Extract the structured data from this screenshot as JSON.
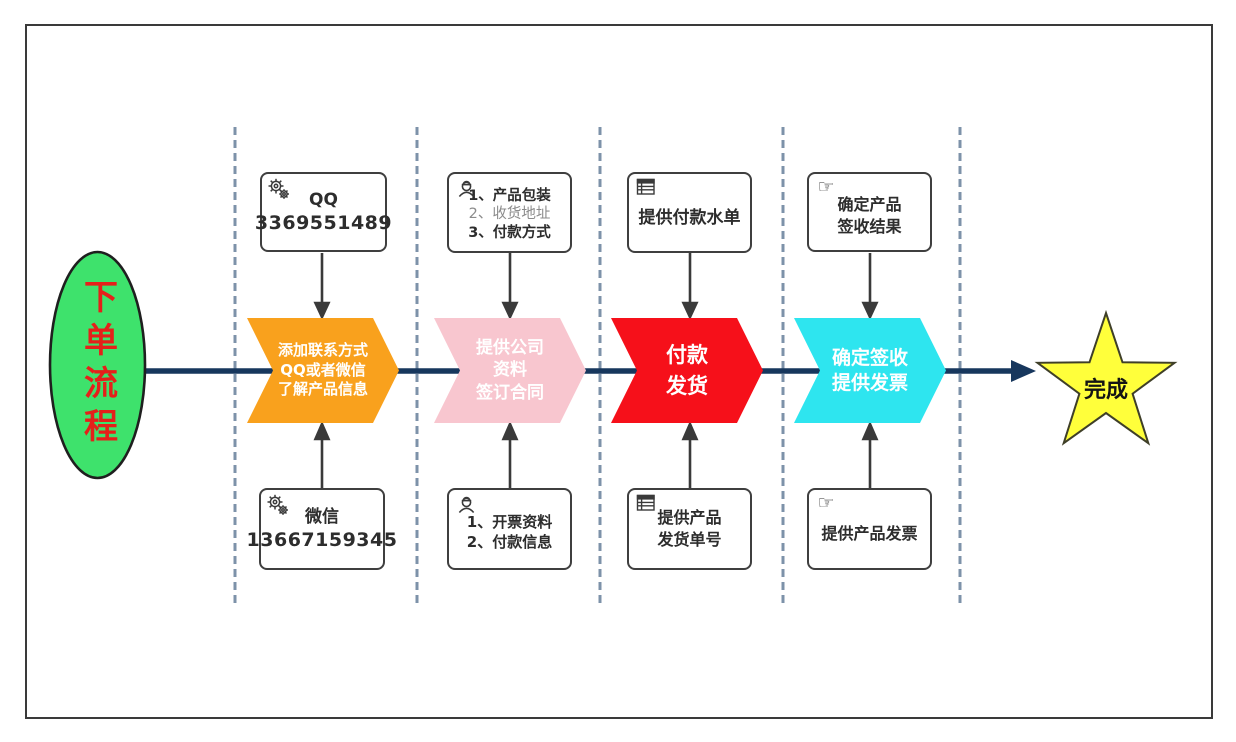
{
  "colors": {
    "start_fill": "#3ee26c",
    "start_text": "#e5201a",
    "chevron_contact": "#f9a11d",
    "chevron_company": "#f8c6cf",
    "chevron_payment": "#f6101a",
    "chevron_sign": "#2ee5ef",
    "star_fill": "#ffff3b",
    "flow_line": "#17375d",
    "lane_divider": "#7d92a9",
    "connector": "#3a3a3a"
  },
  "start": {
    "label": "下单流程"
  },
  "finish": {
    "label": "完成"
  },
  "icons": {
    "pointing_hand_glyph": "☞"
  },
  "lanes": [
    {
      "top_box": {
        "icon": "gears-icon",
        "line1": "QQ",
        "line2": "3369551489"
      },
      "chevron": {
        "label": "添加联系方式\nQQ或者微信\n了解产品信息"
      },
      "bottom_box": {
        "icon": "gears-icon",
        "line1": "微信",
        "line2": "13667159345"
      }
    },
    {
      "top_box": {
        "icon": "worker-icon",
        "line1": "1、产品包装",
        "line2": "2、收货地址",
        "line3": "3、付款方式"
      },
      "chevron": {
        "label": "提供公司\n资料\n签订合同"
      },
      "bottom_box": {
        "icon": "worker-icon",
        "line1": "1、开票资料",
        "line2": "2、付款信息"
      }
    },
    {
      "top_box": {
        "icon": "table-icon",
        "line1": "提供付款水单"
      },
      "chevron": {
        "label": "付款\n发货"
      },
      "bottom_box": {
        "icon": "table-icon",
        "line1": "提供产品",
        "line2": "发货单号"
      }
    },
    {
      "top_box": {
        "icon": "pointing-hand-icon",
        "line1": "确定产品",
        "line2": "签收结果"
      },
      "chevron": {
        "label": "确定签收\n提供发票"
      },
      "bottom_box": {
        "icon": "pointing-hand-icon",
        "line1": "提供产品发票"
      }
    }
  ]
}
